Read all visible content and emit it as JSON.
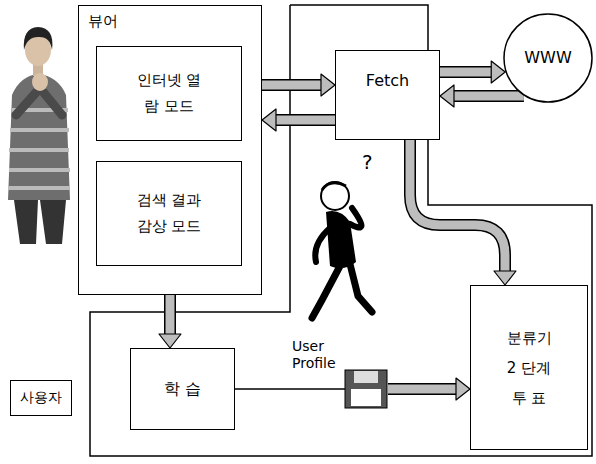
{
  "diagram": {
    "nodes": [
      {
        "text": [
          "뷰어"
        ]
      },
      {
        "text": [
          "인터넷 열람 모드"
        ],
        "in": 0
      },
      {
        "text": [
          "검색 결과 감상 모드"
        ],
        "in": 0
      },
      {
        "text": [
          "Fetch"
        ]
      },
      {
        "text": [
          "WWW"
        ]
      },
      {
        "text": [
          "사용자"
        ]
      },
      {
        "text": [
          "학 습"
        ]
      },
      {
        "text": [
          "분류기 2 단계 투 표"
        ]
      }
    ],
    "edges": [
      {
        "from": 0,
        "to": 3,
        "arrow": "to"
      },
      {
        "from": 3,
        "to": 0,
        "arrow": "to"
      },
      {
        "from": 3,
        "to": 4,
        "arrow": "to"
      },
      {
        "from": 4,
        "to": 3,
        "arrow": "to"
      },
      {
        "from": 3,
        "to": 7,
        "arrow": "to"
      },
      {
        "from": 0,
        "to": 6,
        "arrow": "to"
      },
      {
        "from": 6,
        "to": 7,
        "arrow": "to"
      }
    ],
    "labels": [
      "?",
      "User Profile"
    ]
  }
}
